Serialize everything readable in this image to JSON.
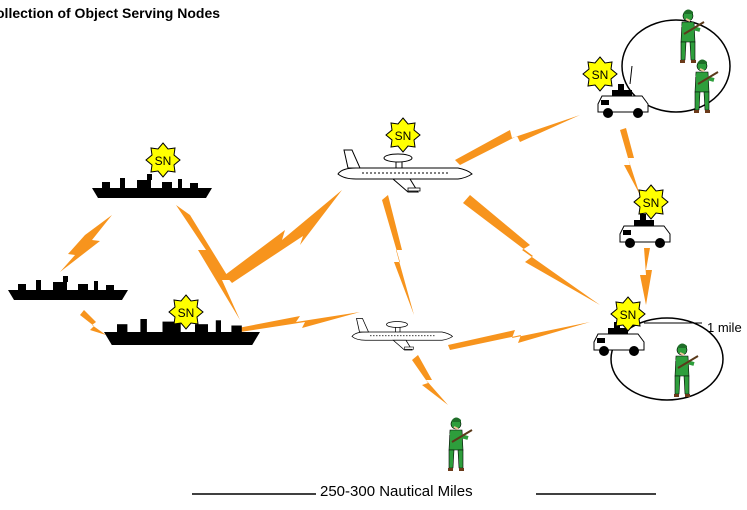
{
  "title": "ollection of Object Serving Nodes",
  "badge_label": "SN",
  "range_label": "1 mile",
  "scale_label": "250-300 Nautical Miles",
  "colors": {
    "link": "#f7941d",
    "badge_fill": "#ffff00",
    "badge_text": "#000000",
    "soldier_uniform": "#2e9e3c",
    "silhouette": "#000000"
  },
  "icons": [
    "ship-icon",
    "aircraft-icon",
    "vehicle-icon",
    "soldier-icon",
    "serving-node-badge"
  ]
}
